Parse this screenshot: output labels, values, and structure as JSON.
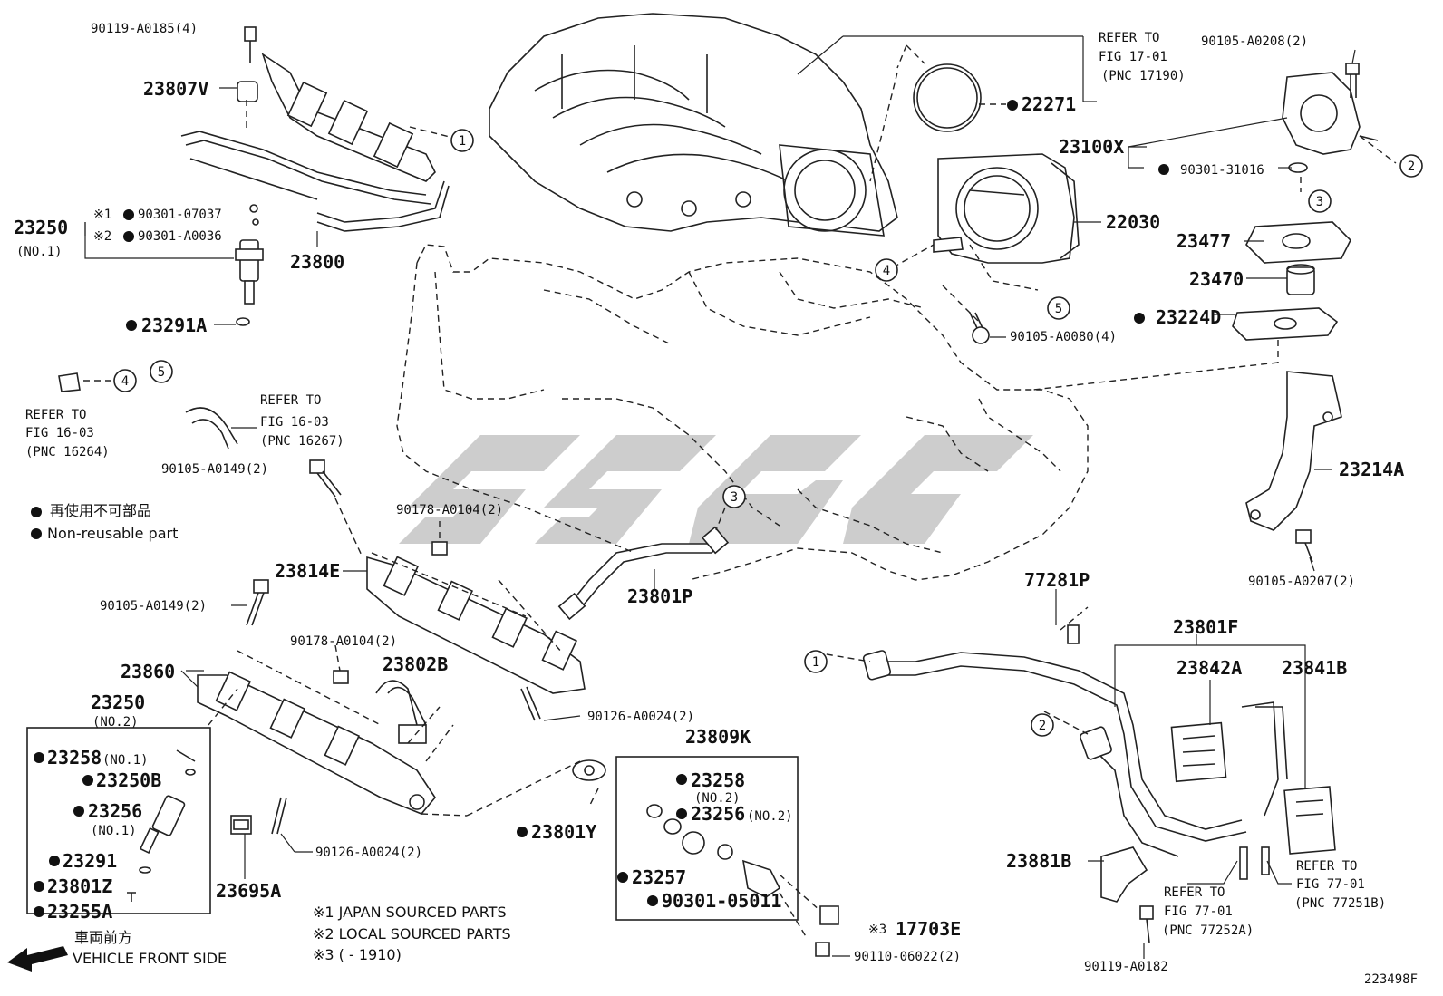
{
  "diagram_id": "223498F",
  "watermark": "SSGC",
  "legend": {
    "jp": "再使用不可部品",
    "en": "Non-reusable part",
    "note1": "※1 JAPAN SOURCED PARTS",
    "note2": "※2 LOCAL SOURCED PARTS",
    "note3": "※3 (        - 1910)",
    "front_jp": "車両前方",
    "front_en": "VEHICLE FRONT SIDE"
  },
  "labels": {
    "p90119_A0185": "90119-A0185(4)",
    "p23807V": "23807V",
    "p90301_07037": "90301-07037",
    "mark1": "※1",
    "p90301_A0036": "90301-A0036",
    "mark2": "※2",
    "p23250_top": "23250",
    "no1": "(NO.1)",
    "p23800": "23800",
    "p23291A": "23291A",
    "ref1603a_1": "REFER TO",
    "ref1603a_2": "FIG 16-03",
    "ref1603a_3": "(PNC 16264)",
    "ref1603b_1": "REFER TO",
    "ref1603b_2": "FIG 16-03",
    "ref1603b_3": "(PNC 16267)",
    "p90105_A0149a": "90105-A0149(2)",
    "p90178_A0104a": "90178-A0104(2)",
    "p23814E": "23814E",
    "p90105_A0149b": "90105-A0149(2)",
    "p90178_A0104b": "90178-A0104(2)",
    "p23802B": "23802B",
    "p23860": "23860",
    "p23250_no2": "23250",
    "no2": "(NO.2)",
    "p23258_no1": "23258",
    "no1_small": "(NO.1)",
    "p23250B": "23250B",
    "p23256": "23256",
    "p23256_no1": "(NO.1)",
    "p23291": "23291",
    "p23801Z": "23801Z",
    "p23255A": "23255A",
    "p23695A": "23695A",
    "p90126_A0024b": "90126-A0024(2)",
    "p90126_A0024a": "90126-A0024(2)",
    "p23801P": "23801P",
    "p23801Y": "23801Y",
    "p23809K": "23809K",
    "p23258_no2": "23258",
    "no2_small": "(NO.2)",
    "p23256_no2": "23256",
    "p23256_no2s": "(NO.2)",
    "p23257": "23257",
    "p90301_05011": "90301-05011",
    "mark3": "※3",
    "p17703E": "17703E",
    "p90110_06022": "90110-06022(2)",
    "ref1701_1": "REFER TO",
    "ref1701_2": "FIG 17-01",
    "ref1701_3": "(PNC 17190)",
    "p22271": "22271",
    "p22030": "22030",
    "p90105_A0080": "90105-A0080(4)",
    "p90105_A0208": "90105-A0208(2)",
    "p23100X": "23100X",
    "p90301_31016": "90301-31016",
    "p23477": "23477",
    "p23470": "23470",
    "p23224D": "23224D",
    "p23214A": "23214A",
    "p90105_A0207": "90105-A0207(2)",
    "p77281P": "77281P",
    "p23801F": "23801F",
    "p23842A": "23842A",
    "p23841B": "23841B",
    "p23881B": "23881B",
    "p90119_A0182": "90119-A0182",
    "ref7701a_1": "REFER TO",
    "ref7701a_2": "FIG 77-01",
    "ref7701a_3": "(PNC 77252A)",
    "ref7701b_1": "REFER TO",
    "ref7701b_2": "FIG 77-01",
    "ref7701b_3": "(PNC 77251B)"
  },
  "callouts": [
    "1",
    "2",
    "3",
    "4",
    "5"
  ]
}
